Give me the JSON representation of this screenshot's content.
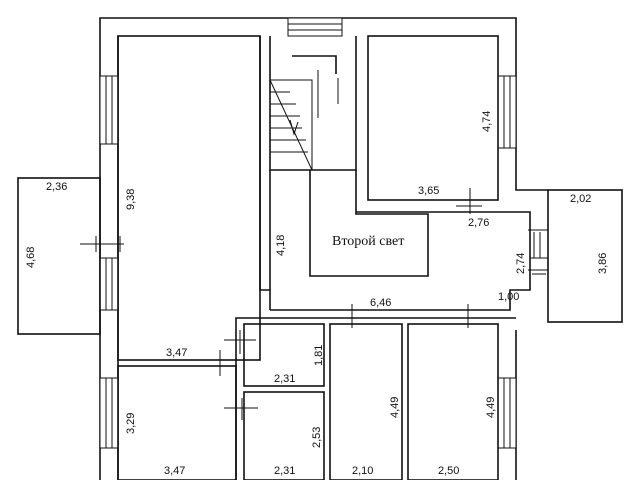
{
  "plan": {
    "second_light_label": "Второй свет",
    "dimensions": {
      "left_balcony_w": "2,36",
      "left_balcony_h": "4,68",
      "big_room_h": "9,38",
      "big_room_w": "3,47",
      "corridor_h": "4,18",
      "top_right_room_h": "4,74",
      "top_right_room_w": "3,65",
      "passage_w": "2,76",
      "passage_h": "2,74",
      "right_balcony_w": "2,02",
      "right_balcony_h": "3,86",
      "hall_w": "6,46",
      "hall_step": "1,00",
      "small_room_top_h": "1,81",
      "small_room_top_w": "2,31",
      "bottom_left_room_h": "3,29",
      "bottom_left_room_w": "3,47",
      "small_room_bottom_h": "2,53",
      "small_room_bottom_w": "2,31",
      "mid_room_h": "4,49",
      "mid_room_w": "2,10",
      "right_room_h": "4,49",
      "right_room_w": "2,50"
    }
  }
}
